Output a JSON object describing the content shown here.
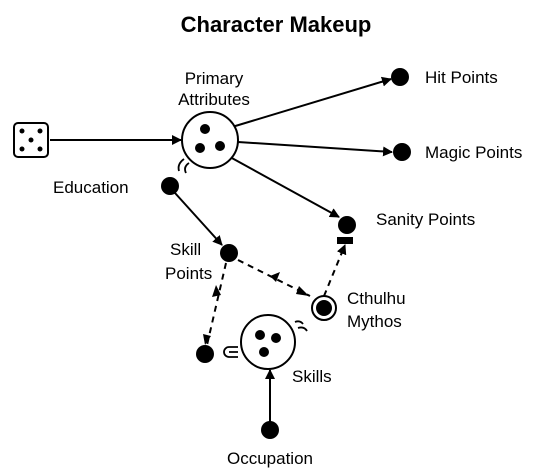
{
  "title": "Character Makeup",
  "nodes": {
    "primary_attributes": {
      "line1": "Primary",
      "line2": "Attributes"
    },
    "hit_points": "Hit Points",
    "magic_points": "Magic Points",
    "education": "Education",
    "sanity_points": "Sanity Points",
    "skill_points": {
      "line1": "Skill",
      "line2": "Points"
    },
    "cthulhu_mythos": {
      "line1": "Cthulhu",
      "line2": "Mythos"
    },
    "skills": "Skills",
    "occupation": "Occupation"
  }
}
